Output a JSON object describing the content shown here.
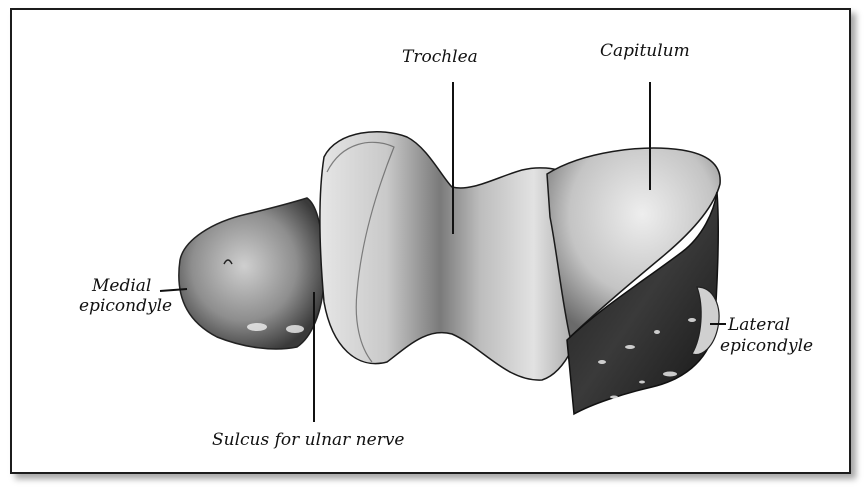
{
  "labels": {
    "trochlea": "Trochlea",
    "capitulum": "Capitulum",
    "medial_line1": "Medial",
    "medial_line2": "epicondyle",
    "lateral_line1": "Lateral",
    "lateral_line2": "epicondyle",
    "sulcus": "Sulcus for ulnar nerve"
  },
  "colors": {
    "bone_light": "#d8d8d8",
    "bone_mid": "#9a9a9a",
    "bone_dark": "#2a2a2a",
    "line": "#111111"
  }
}
